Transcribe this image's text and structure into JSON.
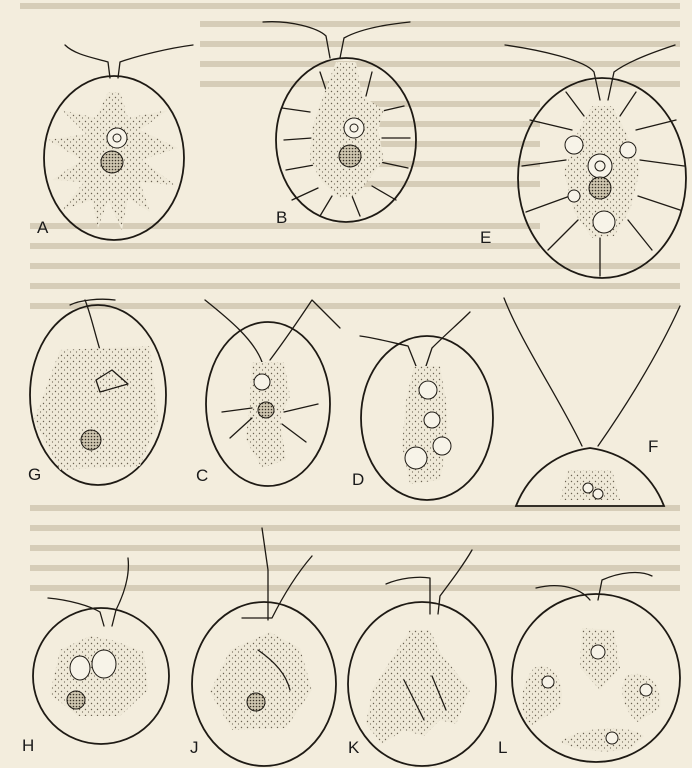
{
  "figure": {
    "labels": {
      "A": "A",
      "B": "B",
      "E": "E",
      "G": "G",
      "C": "C",
      "D": "D",
      "F": "F",
      "H": "H",
      "J": "J",
      "K": "K",
      "L": "L"
    }
  }
}
